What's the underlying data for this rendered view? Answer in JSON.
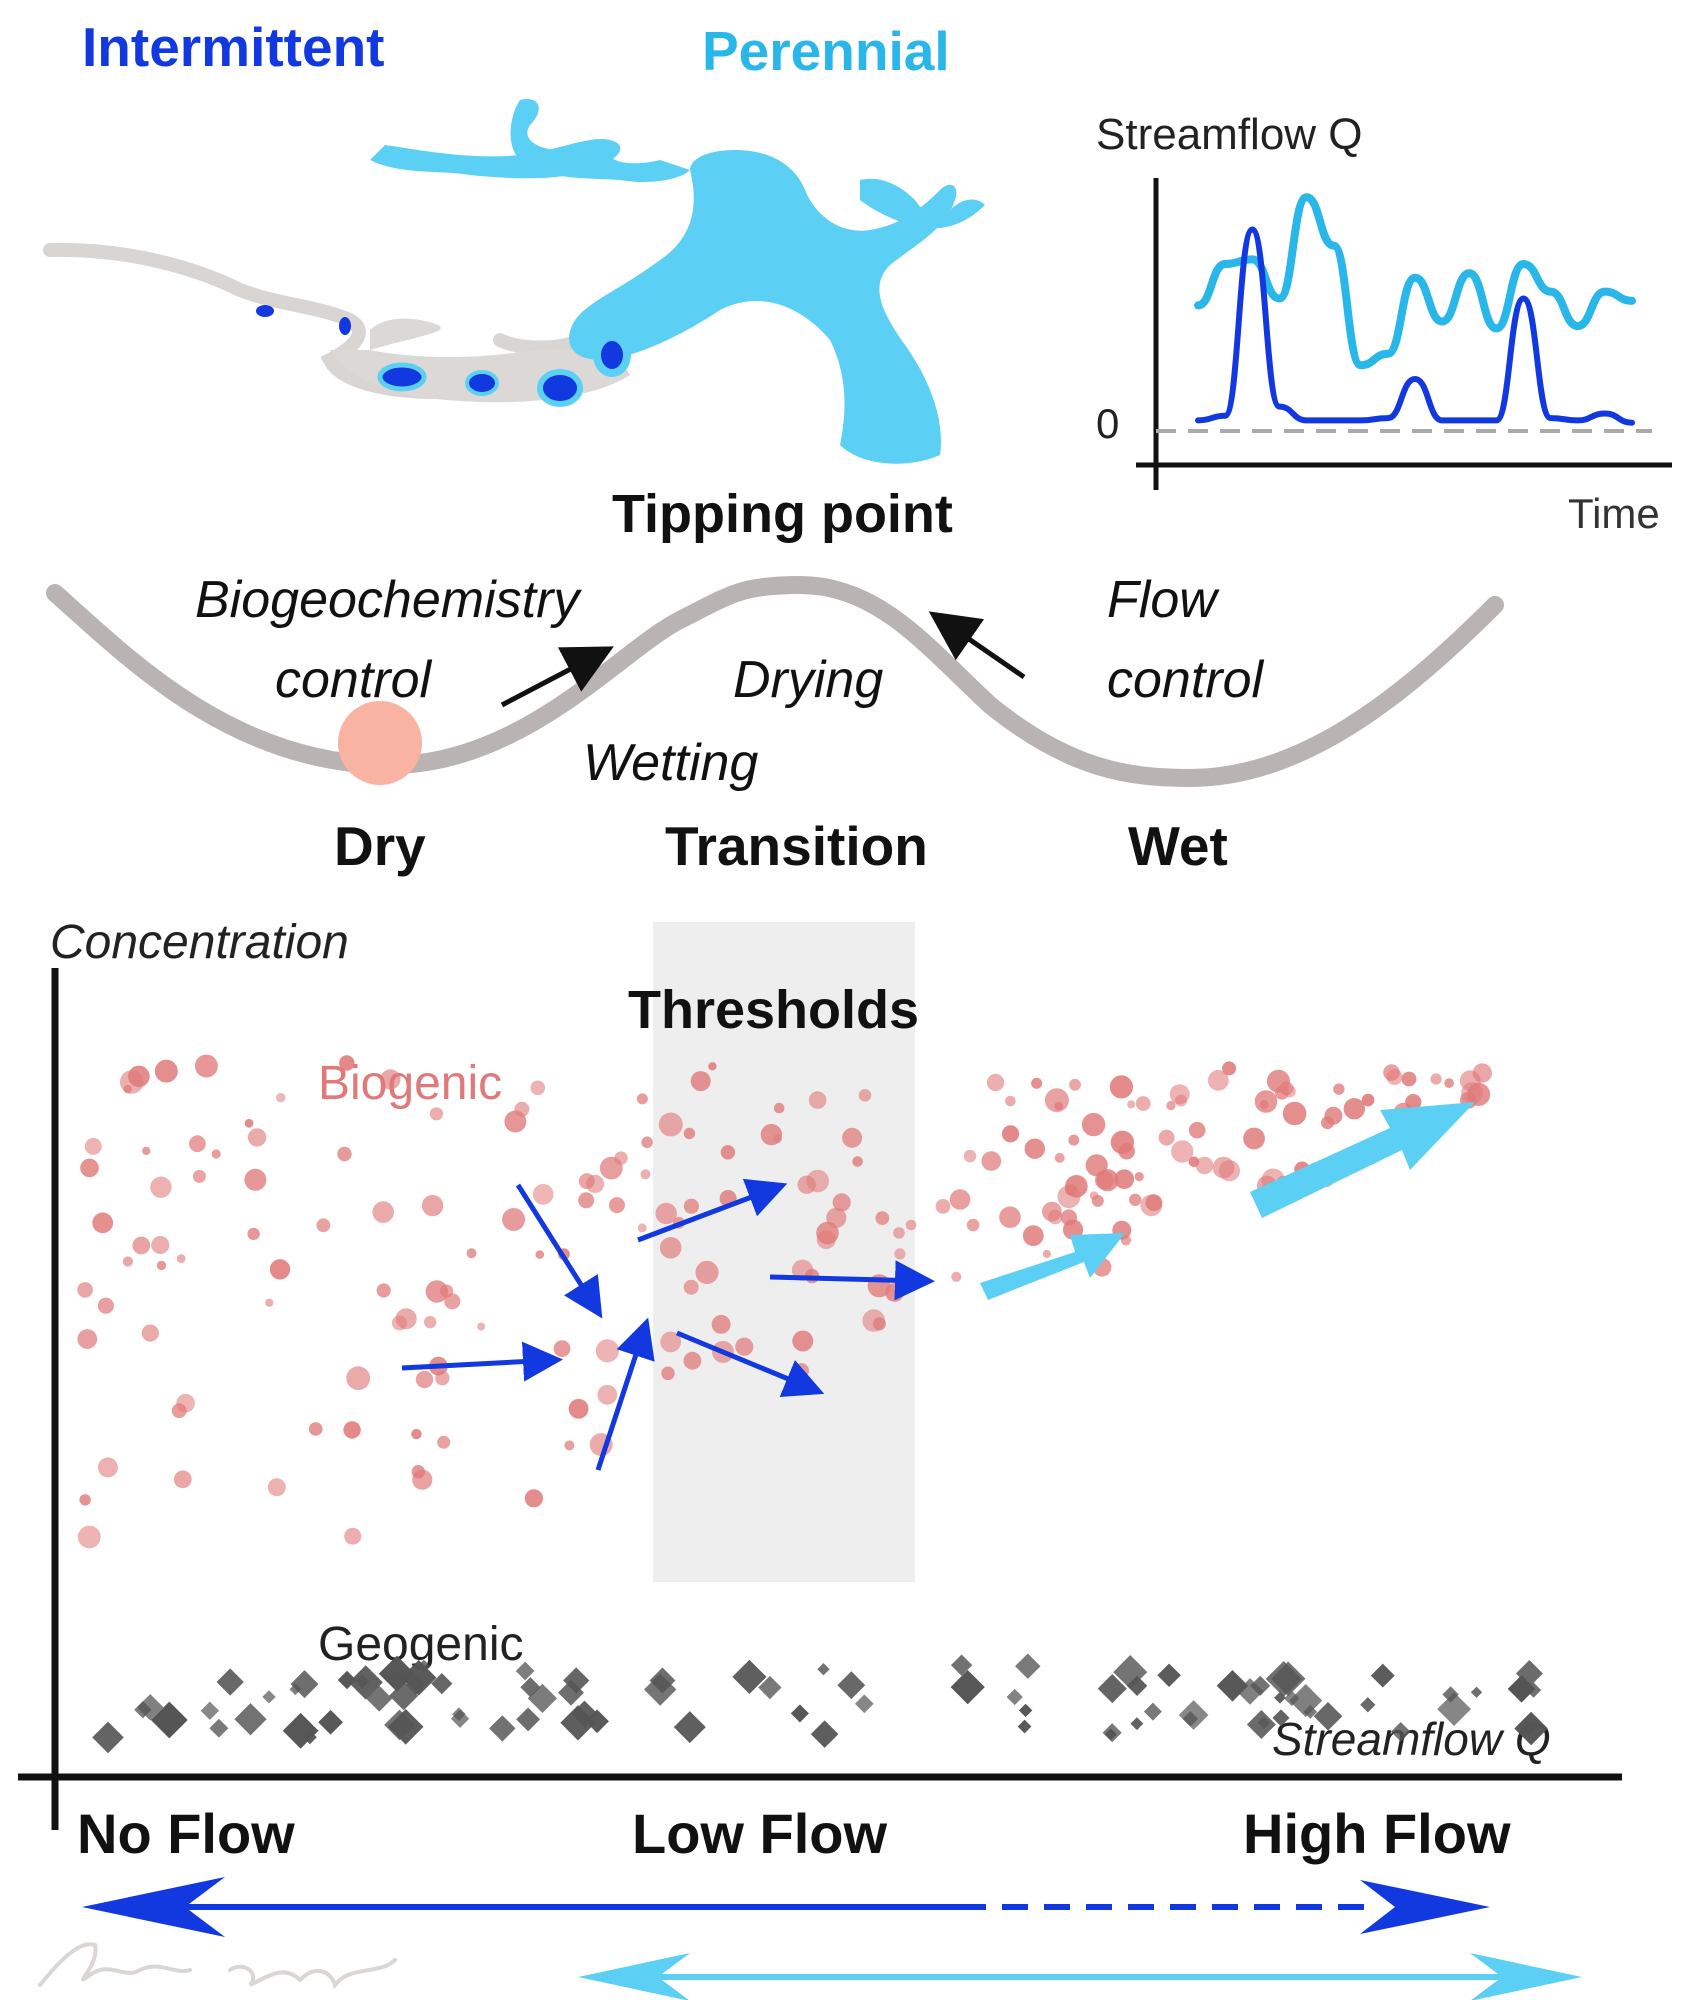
{
  "stream_map": {
    "label_intermittent": "Intermittent",
    "label_perennial": "Perennial"
  },
  "hydrograph": {
    "ylabel": "Streamflow Q",
    "xlabel": "Time",
    "zero_label": "0",
    "chart_data": {
      "type": "line",
      "xlabel": "Time",
      "ylabel": "Streamflow Q",
      "series": [
        {
          "name": "Perennial",
          "color": "#29b6e8",
          "values": [
            0.52,
            0.7,
            0.72,
            0.55,
            0.99,
            0.78,
            0.26,
            0.31,
            0.64,
            0.45,
            0.66,
            0.42,
            0.7,
            0.58,
            0.43,
            0.58,
            0.54
          ]
        },
        {
          "name": "Intermittent",
          "color": "#1238e0",
          "values": [
            0.02,
            0.04,
            0.85,
            0.08,
            0.02,
            0.02,
            0.02,
            0.03,
            0.2,
            0.02,
            0.02,
            0.02,
            0.55,
            0.03,
            0.02,
            0.05,
            0.01
          ]
        }
      ],
      "baseline": 0
    }
  },
  "landscape": {
    "tipping_point": "Tipping point",
    "biogeochem_line1": "Biogeochemistry",
    "biogeochem_line2": "control",
    "flow_line1": "Flow",
    "flow_line2": "control",
    "drying": "Drying",
    "wetting": "Wetting",
    "state_dry": "Dry",
    "state_transition": "Transition",
    "state_wet": "Wet"
  },
  "cq_plot": {
    "ylabel": "Concentration",
    "xlabel": "Streamflow Q",
    "thresholds": "Thresholds",
    "biogenic": "Biogenic",
    "geogenic": "Geogenic",
    "flow_no": "No Flow",
    "flow_low": "Low Flow",
    "flow_high": "High Flow"
  },
  "colors": {
    "intermittent": "#1238e0",
    "perennial": "#29b6e8",
    "biogenic": "#e07a7a",
    "geogenic": "#555555",
    "landscape_curve": "#b9b3b3",
    "ball": "#f8b3a2",
    "threshold_band": "#efeeee"
  },
  "signature": "Li 2025"
}
